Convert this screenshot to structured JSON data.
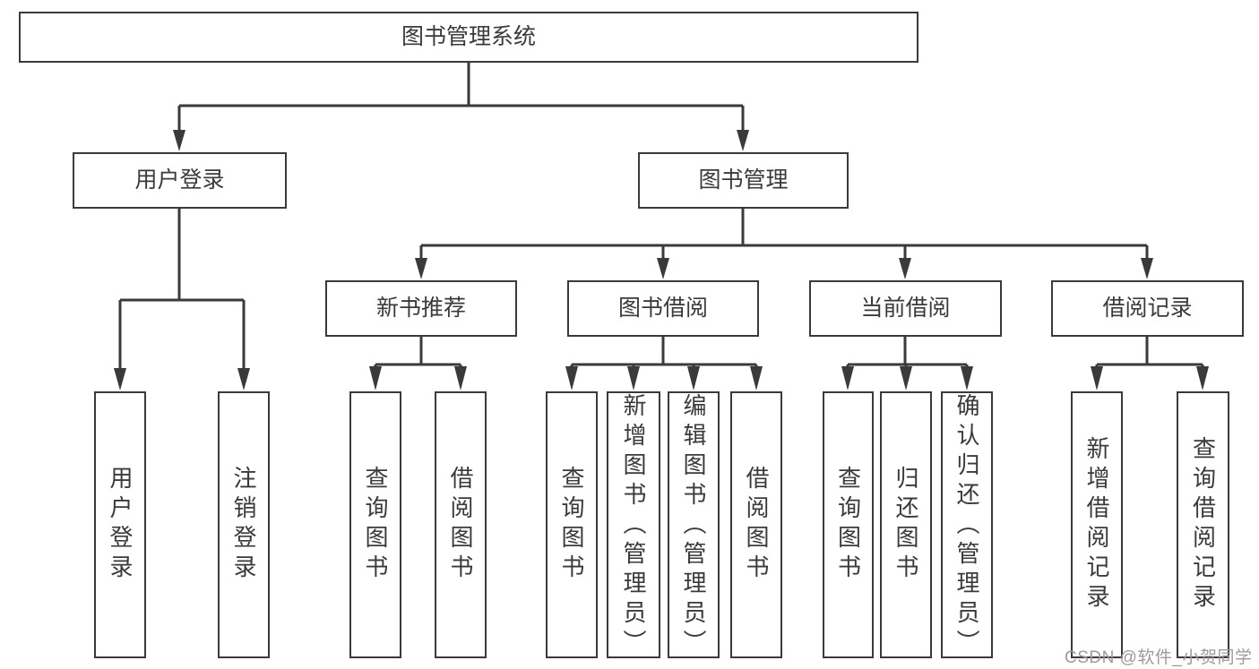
{
  "diagram": {
    "title": "图书管理系统",
    "level2": [
      {
        "label": "用户登录"
      },
      {
        "label": "图书管理"
      }
    ],
    "level3": [
      {
        "label": "新书推荐",
        "parent": "图书管理"
      },
      {
        "label": "图书借阅",
        "parent": "图书管理"
      },
      {
        "label": "当前借阅",
        "parent": "图书管理"
      },
      {
        "label": "借阅记录",
        "parent": "图书管理"
      }
    ],
    "leaves": [
      {
        "label": "用户登录",
        "parent": "用户登录"
      },
      {
        "label": "注销登录",
        "parent": "用户登录"
      },
      {
        "label": "查询图书",
        "parent": "新书推荐"
      },
      {
        "label": "借阅图书",
        "parent": "新书推荐"
      },
      {
        "label": "查询图书",
        "parent": "图书借阅"
      },
      {
        "label": "新增图书（管理员）",
        "parent": "图书借阅"
      },
      {
        "label": "编辑图书（管理员）",
        "parent": "图书借阅"
      },
      {
        "label": "借阅图书",
        "parent": "图书借阅"
      },
      {
        "label": "查询图书",
        "parent": "当前借阅"
      },
      {
        "label": "归还图书",
        "parent": "当前借阅"
      },
      {
        "label": "确认归还（管理员）",
        "parent": "当前借阅"
      },
      {
        "label": "新增借阅记录",
        "parent": "借阅记录"
      },
      {
        "label": "查询借阅记录",
        "parent": "借阅记录"
      }
    ],
    "watermark": "CSDN @软件_小贺同学",
    "colors": {
      "line": "#3a3a3a",
      "text": "#3a3a3a",
      "watermark_text": "#9b9b9b",
      "background": "#ffffff"
    }
  }
}
